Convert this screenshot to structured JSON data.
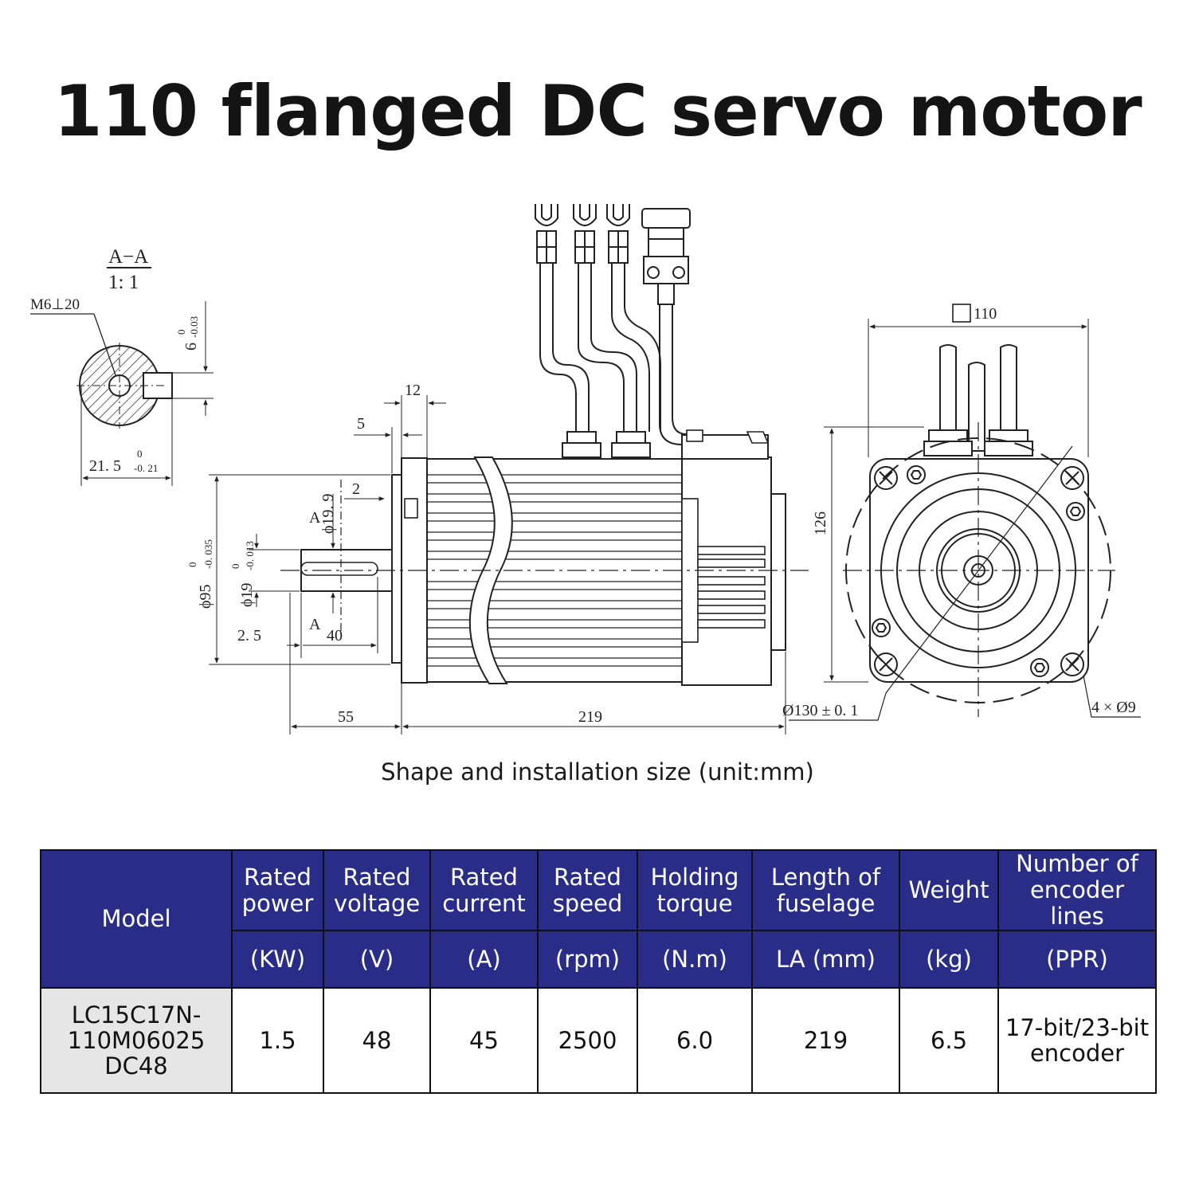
{
  "title": "110 flanged DC servo motor",
  "drawing": {
    "section_label": "A−A",
    "section_scale": "1: 1",
    "thread_callout": "M6⊥20",
    "key_width": "6",
    "key_width_tol_upper": "0",
    "key_width_tol_lower": "-0.03",
    "key_depth": "21. 5",
    "key_depth_tol_upper": "0",
    "key_depth_tol_lower": "-0. 21",
    "dim_12": "12",
    "dim_5": "5",
    "dim_2": "2",
    "dim_shoulder_dia": "ϕ19. 9",
    "dim_spigot": "ϕ95",
    "dim_spigot_tol_upper": "0",
    "dim_spigot_tol_lower": "-0. 035",
    "dim_shaft": "ϕ19",
    "dim_shaft_tol_upper": "0",
    "dim_shaft_tol_lower": "-0. 013",
    "dim_2_5": "2. 5",
    "dim_40": "40",
    "section_mark": "A",
    "dim_55": "55",
    "dim_219": "219",
    "dim_130": "Ø130 ± 0. 1",
    "dim_square": "110",
    "dim_126": "126",
    "dim_holes": "4 × Ø9"
  },
  "caption": "Shape and installation size (unit:mm)",
  "table": {
    "header_top": [
      "Model",
      "Rated power",
      "Rated voltage",
      "Rated current",
      "Rated speed",
      "Holding torque",
      "Length of fuselage",
      "Weight",
      "Number of encoder lines"
    ],
    "header_units": [
      "(KW)",
      "(V)",
      "(A)",
      "(rpm)",
      "(N.m)",
      "LA (mm)",
      "(kg)",
      "(PPR)"
    ],
    "row": {
      "model": "LC15C17N-110M06025 DC48",
      "values": [
        "1.5",
        "48",
        "45",
        "2500",
        "6.0",
        "219",
        "6.5",
        "17-bit/23-bit encoder"
      ]
    }
  },
  "colors": {
    "header_bg": "#2a2d88",
    "header_text": "#ffffff",
    "model_cell_bg": "#e6e6e6"
  }
}
